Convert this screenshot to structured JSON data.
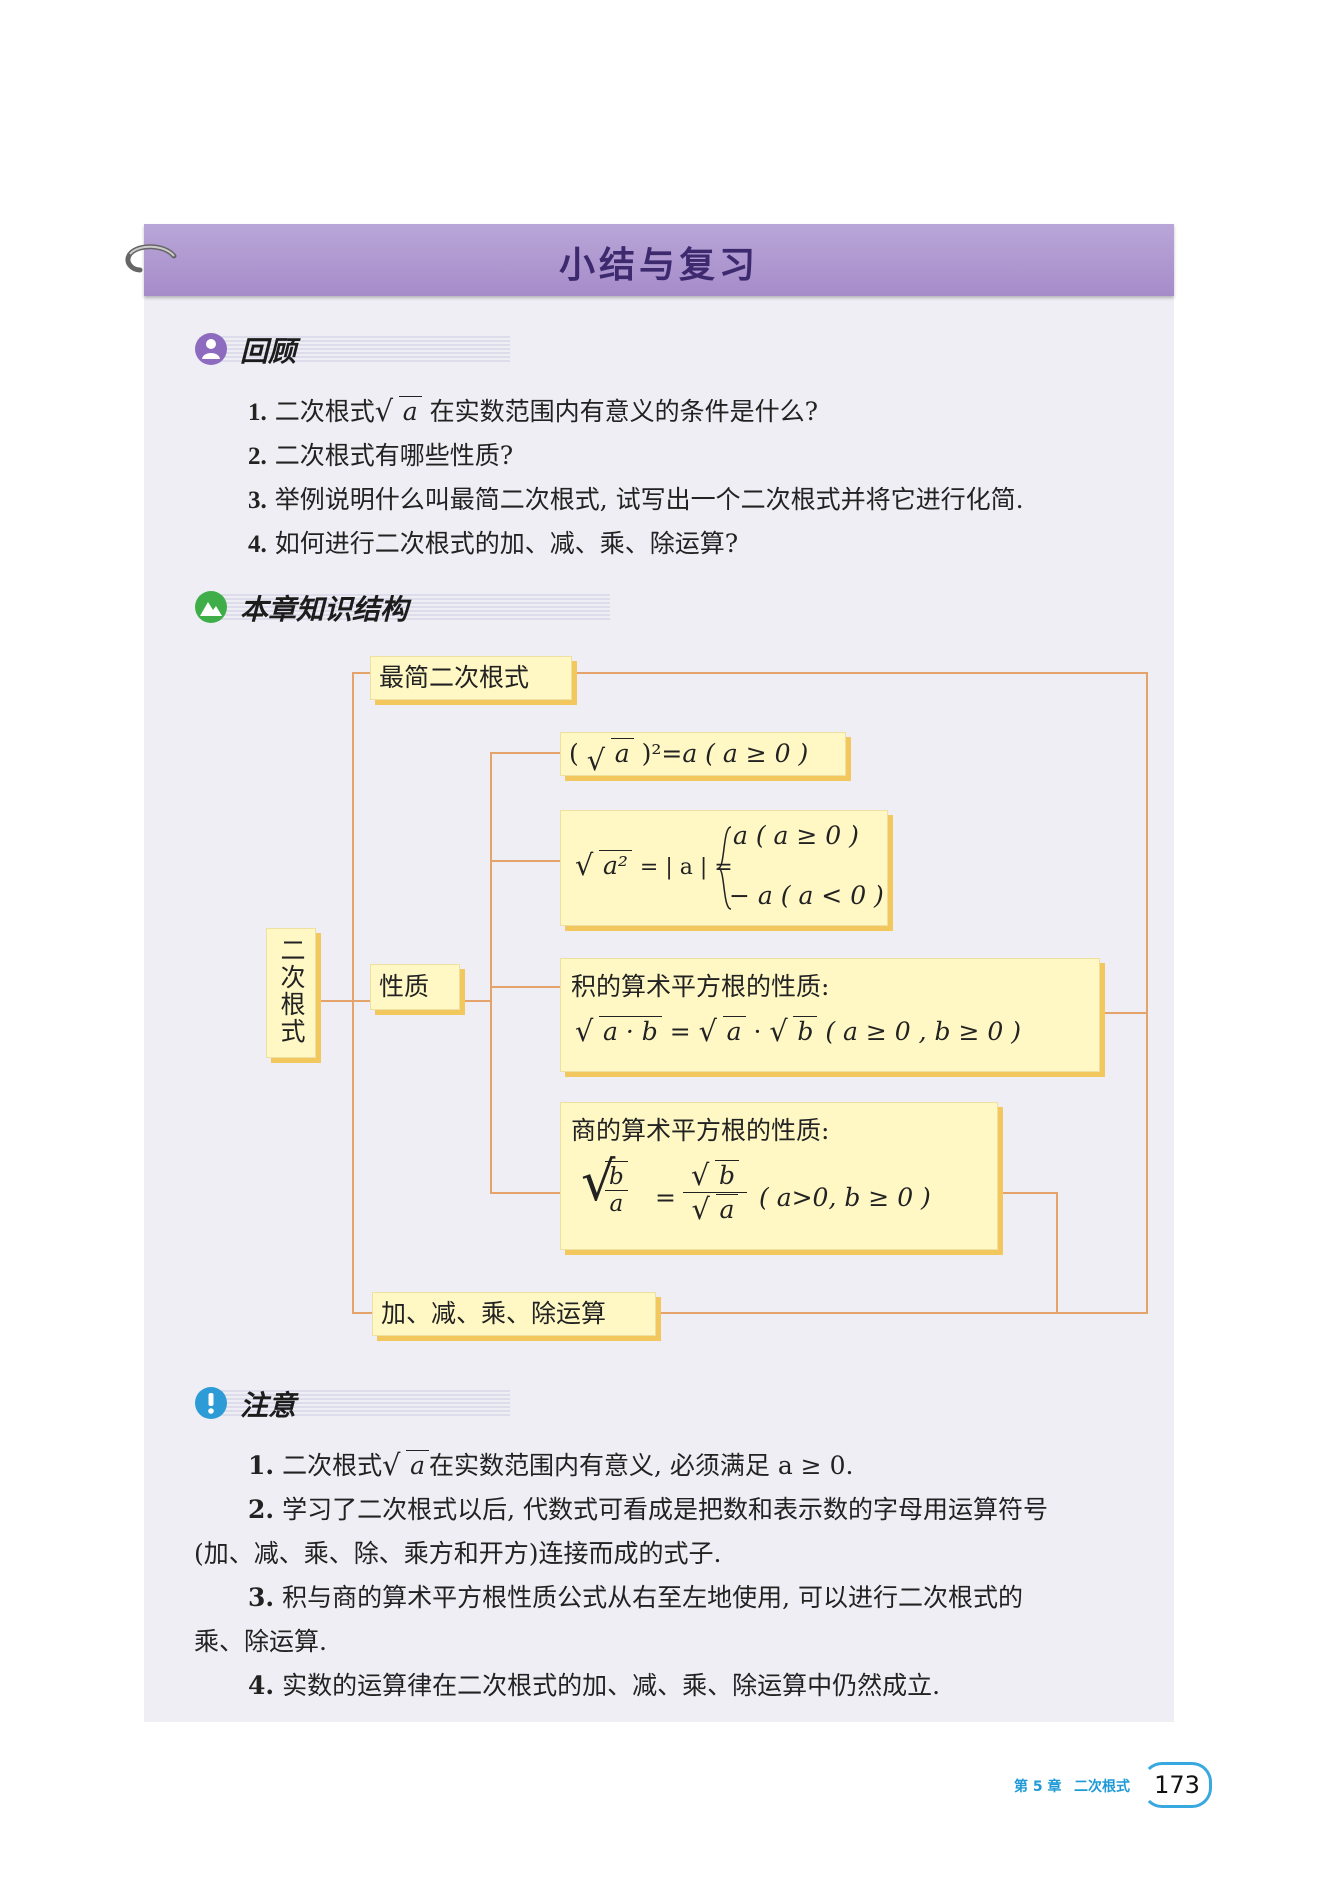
{
  "banner": {
    "title": "小结与复习"
  },
  "review": {
    "label": "回顾",
    "q1_num": "1.",
    "q1_pre": "二次根式",
    "q1_var": "a",
    "q1_post": "在实数范围内有意义的条件是什么?",
    "q2_num": "2.",
    "q2_text": "二次根式有哪些性质?",
    "q3_num": "3.",
    "q3_text": "举例说明什么叫最简二次根式, 试写出一个二次根式并将它进行化简.",
    "q4_num": "4.",
    "q4_text": "如何进行二次根式的加、减、乘、除运算?"
  },
  "structure": {
    "label": "本章知识结构",
    "root": "二次根式",
    "simplest": "最简二次根式",
    "property": "性质",
    "operations": "加、减、乘、除运算",
    "p1": {
      "open": "(",
      "rad": "a",
      "close": ")²=",
      "rhs": "a",
      "cond": "( a ≥ 0 )"
    },
    "p2": {
      "rad": "a²",
      "mid": "= | a | =",
      "case1": "a  ( a ≥ 0 )",
      "case2": "− a  ( a < 0 )"
    },
    "p3": {
      "title": "积的算术平方根的性质:",
      "rad1": "a · b",
      "eq": "=",
      "rad2": "a",
      "dot": "·",
      "rad3": "b",
      "cond": "( a ≥ 0 , b ≥ 0 )"
    },
    "p4": {
      "title": "商的算术平方根的性质:",
      "num": "b",
      "den": "a",
      "eq": "=",
      "rnum": "b",
      "rden": "a",
      "cond": "( a>0, b ≥ 0 )"
    }
  },
  "notes": {
    "label": "注意",
    "n1_num": "1.",
    "n1_pre": "二次根式",
    "n1_var": "a",
    "n1_post": "在实数范围内有意义, 必须满足 a ≥ 0.",
    "n2_num": "2.",
    "n2_line1": "学习了二次根式以后, 代数式可看成是把数和表示数的字母用运算符号",
    "n2_line2": "(加、减、乘、除、乘方和开方)连接而成的式子.",
    "n3_num": "3.",
    "n3_line1": "积与商的算术平方根性质公式从右至左地使用, 可以进行二次根式的",
    "n3_line2": "乘、除运算.",
    "n4_num": "4.",
    "n4_text": "实数的运算律在二次根式的加、减、乘、除运算中仍然成立."
  },
  "footer": {
    "chapter": "第 5 章",
    "chapter_title": "二次根式",
    "page": "173"
  },
  "colors": {
    "banner": "#a68cc9",
    "box_fill": "#fff8c5",
    "box_shadow": "#f2c75e",
    "connector": "#e3a36b",
    "footer_blue": "#1f9ad6"
  }
}
